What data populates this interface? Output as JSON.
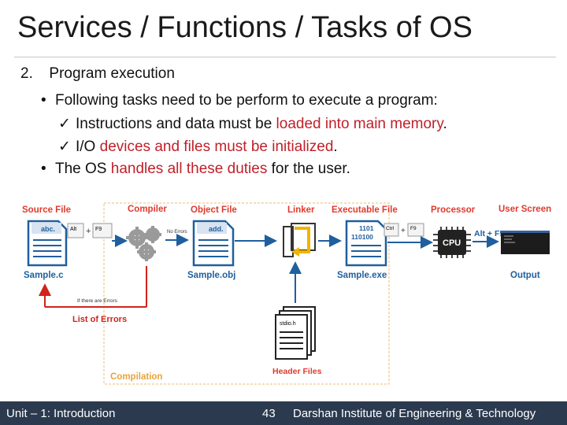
{
  "title": "Services / Functions / Tasks of OS",
  "heading": {
    "number": "2.",
    "text": "Program execution"
  },
  "bullet1": "Following tasks need to be perform to execute a program:",
  "check1": {
    "pre": "Instructions and data must be ",
    "hl": "loaded into main memory",
    "post": "."
  },
  "check2": {
    "pre": "I/O ",
    "hl": "devices and files must be initialized",
    "post": "."
  },
  "bullet2": {
    "pre": "The OS ",
    "hl": "handles all these duties",
    "post": " for the user."
  },
  "diagram": {
    "labels": {
      "source_file": "Source File",
      "compiler": "Compiler",
      "object_file": "Object File",
      "linker": "Linker",
      "executable_file": "Executable File",
      "processor": "Processor",
      "user_screen": "User Screen",
      "sample_c": "Sample.c",
      "sample_obj": "Sample.obj",
      "sample_exe": "Sample.exe",
      "output": "Output",
      "list_of_errors": "List of Errors",
      "if_errors": "If there are Errors",
      "no_errors": "No Errors",
      "header_files": "Header Files",
      "compilation": "Compilation",
      "cpu": "CPU",
      "alt_f5": "Alt + F5"
    },
    "keys": {
      "alt": "Alt",
      "f9": "F9",
      "ctrl": "Ctrl",
      "f9b": "F9",
      "plus": "+"
    },
    "docs": {
      "abc": "abc.",
      "add": "add.",
      "bin1": "1101",
      "bin2": "110100",
      "stdio": "stdio.h"
    }
  },
  "footer": {
    "left": "Unit – 1: Introduction",
    "page": "43",
    "right": "Darshan Institute of Engineering & Technology"
  },
  "colors": {
    "accent_red": "#c0202a",
    "label_red": "#e03a2e",
    "doc_blue": "#1f5f9e",
    "footer_bg": "#2b3a4e",
    "compile_border": "#f0c98a"
  }
}
